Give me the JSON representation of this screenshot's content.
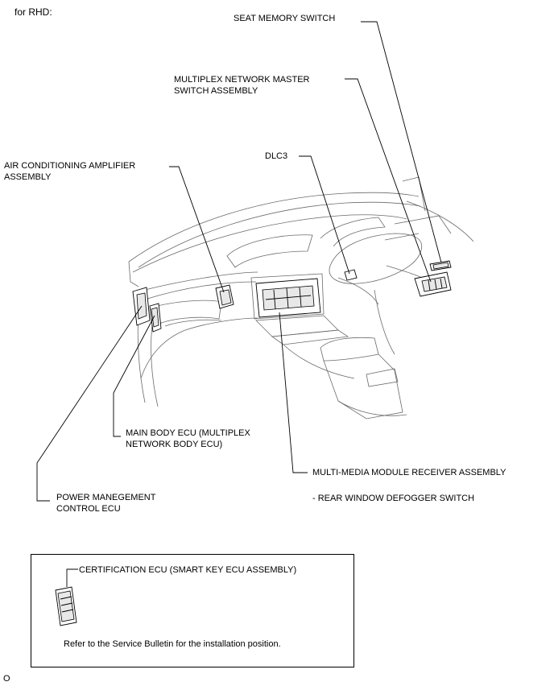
{
  "header": {
    "variant": "for RHD:"
  },
  "labels": {
    "seat_memory_switch": "SEAT MEMORY SWITCH",
    "multiplex_master_line1": "MULTIPLEX NETWORK MASTER",
    "multiplex_master_line2": "SWITCH ASSEMBLY",
    "dlc3": "DLC3",
    "ac_amplifier_line1": "AIR CONDITIONING AMPLIFIER",
    "ac_amplifier_line2": "ASSEMBLY",
    "main_body_ecu_line1": "MAIN BODY ECU (MULTIPLEX",
    "main_body_ecu_line2": "NETWORK BODY ECU)",
    "multimedia_receiver": "MULTI-MEDIA MODULE RECEIVER ASSEMBLY",
    "rear_window_defogger": "- REAR WINDOW DEFOGGER SWITCH",
    "power_management_line1": "POWER MANEGEMENT",
    "power_management_line2": "CONTROL ECU"
  },
  "inset": {
    "certification_ecu": "CERTIFICATION ECU (SMART KEY ECU ASSEMBLY)",
    "note": "Refer to the Service Bulletin for the installation position."
  },
  "footer": {
    "code": "O"
  }
}
